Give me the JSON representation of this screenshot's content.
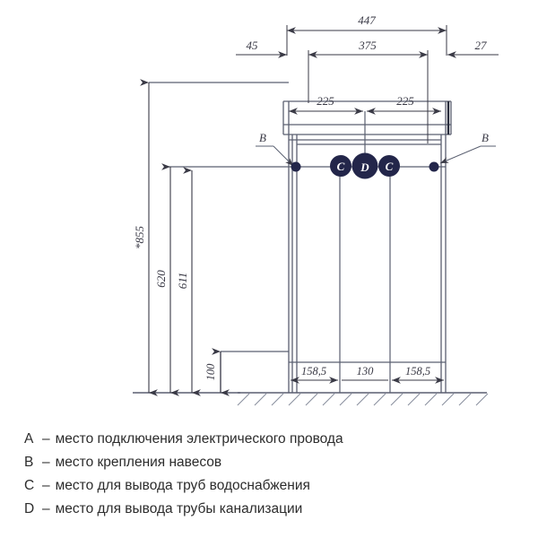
{
  "drawing": {
    "title": "Bathroom cabinet installation drawing",
    "colors": {
      "line": "#5a5f70",
      "line_dark": "#2a2d3d",
      "marker_fill": "#23264a",
      "text": "#3a3a46",
      "hatch": "#8a8f9e"
    },
    "horizontal_dimensions": [
      {
        "id": "total-width",
        "label": "447"
      },
      {
        "id": "inner-width",
        "label": "375"
      },
      {
        "id": "left-offset",
        "label": "45"
      },
      {
        "id": "right-offset",
        "label": "27"
      },
      {
        "id": "center-left",
        "label": "225"
      },
      {
        "id": "center-right",
        "label": "225"
      }
    ],
    "bottom_dimensions": [
      {
        "id": "bottom-left",
        "label": "158,5"
      },
      {
        "id": "bottom-center",
        "label": "130"
      },
      {
        "id": "bottom-right",
        "label": "158,5"
      }
    ],
    "vertical_dimensions": [
      {
        "id": "overall-height",
        "label": "*855"
      },
      {
        "id": "height-620",
        "label": "620"
      },
      {
        "id": "height-611",
        "label": "611"
      },
      {
        "id": "height-100",
        "label": "100"
      }
    ],
    "markers": [
      {
        "id": "marker-c-left",
        "letter": "C"
      },
      {
        "id": "marker-d-center",
        "letter": "D"
      },
      {
        "id": "marker-c-right",
        "letter": "C"
      }
    ],
    "callouts": [
      {
        "id": "callout-b-left",
        "label": "B"
      },
      {
        "id": "callout-b-right",
        "label": "B"
      }
    ]
  },
  "legend": {
    "items": [
      {
        "key": "A",
        "dash": "–",
        "text": "место подключения электрического провода"
      },
      {
        "key": "B",
        "dash": "–",
        "text": "место крепления навесов"
      },
      {
        "key": "C",
        "dash": "–",
        "text": "место для вывода труб водоснабжения"
      },
      {
        "key": "D",
        "dash": "–",
        "text": "место для вывода трубы канализации"
      }
    ]
  }
}
